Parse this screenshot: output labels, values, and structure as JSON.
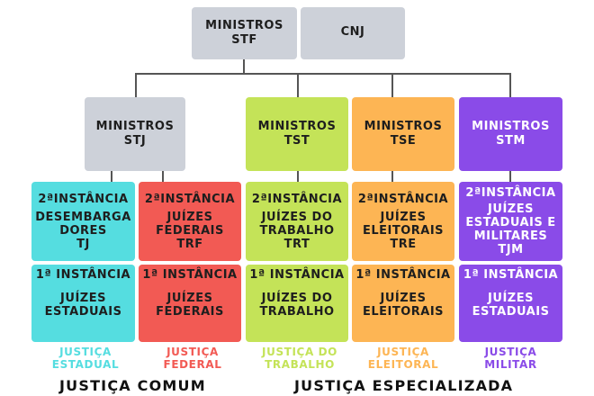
{
  "colors": {
    "gray": "#cdd1d9",
    "cyan": "#55dde0",
    "red": "#f25a54",
    "lime": "#c4e358",
    "orange": "#fdb554",
    "purple": "#8a4be8",
    "line": "#555555"
  },
  "top": {
    "stf": "MINISTROS\nSTF",
    "cnj": "CNJ"
  },
  "columns": [
    {
      "id": "estadual",
      "superior": "MINISTROS\nSTJ",
      "second_title": "2ªINSTÂNCIA",
      "second_body": "DESEMBARGA\nDORES\nTJ",
      "first_title": "1ª INSTÂNCIA",
      "first_body": "JUÍZES\nESTADUAIS",
      "justice": "JUSTIÇA\nESTADUAL"
    },
    {
      "id": "federal",
      "second_title": "2ªINSTÂNCIA",
      "second_body": "JUÍZES\nFEDERAIS\nTRF",
      "first_title": "1ª INSTÂNCIA",
      "first_body": "JUÍZES\nFEDERAIS",
      "justice": "JUSTIÇA\nFEDERAL"
    },
    {
      "id": "trabalho",
      "superior": "MINISTROS\nTST",
      "second_title": "2ªINSTÂNCIA",
      "second_body": "JUÍZES DO\nTRABALHO\nTRT",
      "first_title": "1ª INSTÂNCIA",
      "first_body": "JUÍZES DO\nTRABALHO",
      "justice": "JUSTIÇA DO\nTRABALHO"
    },
    {
      "id": "eleitoral",
      "superior": "MINISTROS\nTSE",
      "second_title": "2ªINSTÂNCIA",
      "second_body": "JUÍZES\nELEITORAIS\nTRE",
      "first_title": "1ª INSTÂNCIA",
      "first_body": "JUÍZES\nELEITORAIS",
      "justice": "JUSTIÇA\nELEITORAL"
    },
    {
      "id": "militar",
      "superior": "MINISTROS\nSTM",
      "second_title": "2ªINSTÂNCIA",
      "second_body": "JUÍZES\nESTADUAIS E\nMILITARES\nTJM",
      "first_title": "1ª INSTÂNCIA",
      "first_body": "JUÍZES\nESTADUAIS",
      "justice": "JUSTIÇA\nMILITAR"
    }
  ],
  "groups": {
    "comum": "JUSTIÇA COMUM",
    "especializada": "JUSTIÇA ESPECIALIZADA"
  }
}
